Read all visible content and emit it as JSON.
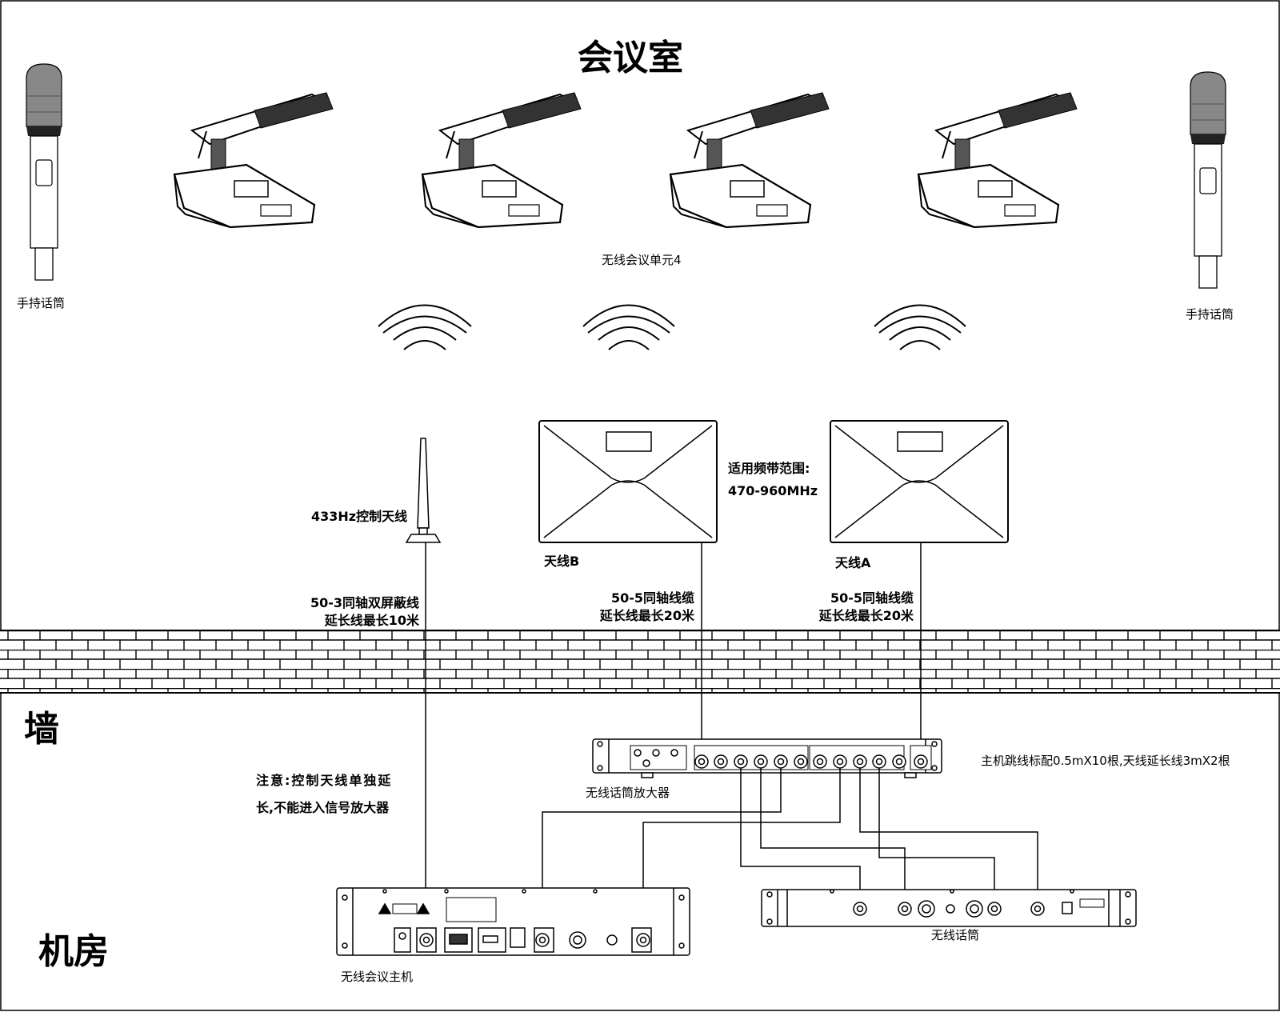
{
  "title": "会议室",
  "zones": {
    "wall": "墙",
    "machine_room": "机房"
  },
  "devices": {
    "handheld_left": "手持话筒",
    "handheld_right": "手持话筒",
    "conference_units": "无线会议单元4",
    "control_antenna": "433Hz控制天线",
    "antenna_b": "天线B",
    "antenna_a": "天线A",
    "amplifier": "无线话筒放大器",
    "host": "无线会议主机",
    "wireless_mic_receiver": "无线话筒"
  },
  "notes": {
    "band_line1": "适用频带范围:",
    "band_line2": "470-960MHz",
    "cable_ctrl_line1": "50-3同轴双屏蔽线",
    "cable_ctrl_line2": "延长线最长10米",
    "cable_b_line1": "50-5同轴线缆",
    "cable_b_line2": "延长线最长20米",
    "cable_a_line1": "50-5同轴线缆",
    "cable_a_line2": "延长线最长20米",
    "warning_line1": "注意:控制天线单独延",
    "warning_line2": "长,不能进入信号放大器",
    "patch_note": "主机跳线标配0.5mX10根,天线延长线3mX2根"
  }
}
